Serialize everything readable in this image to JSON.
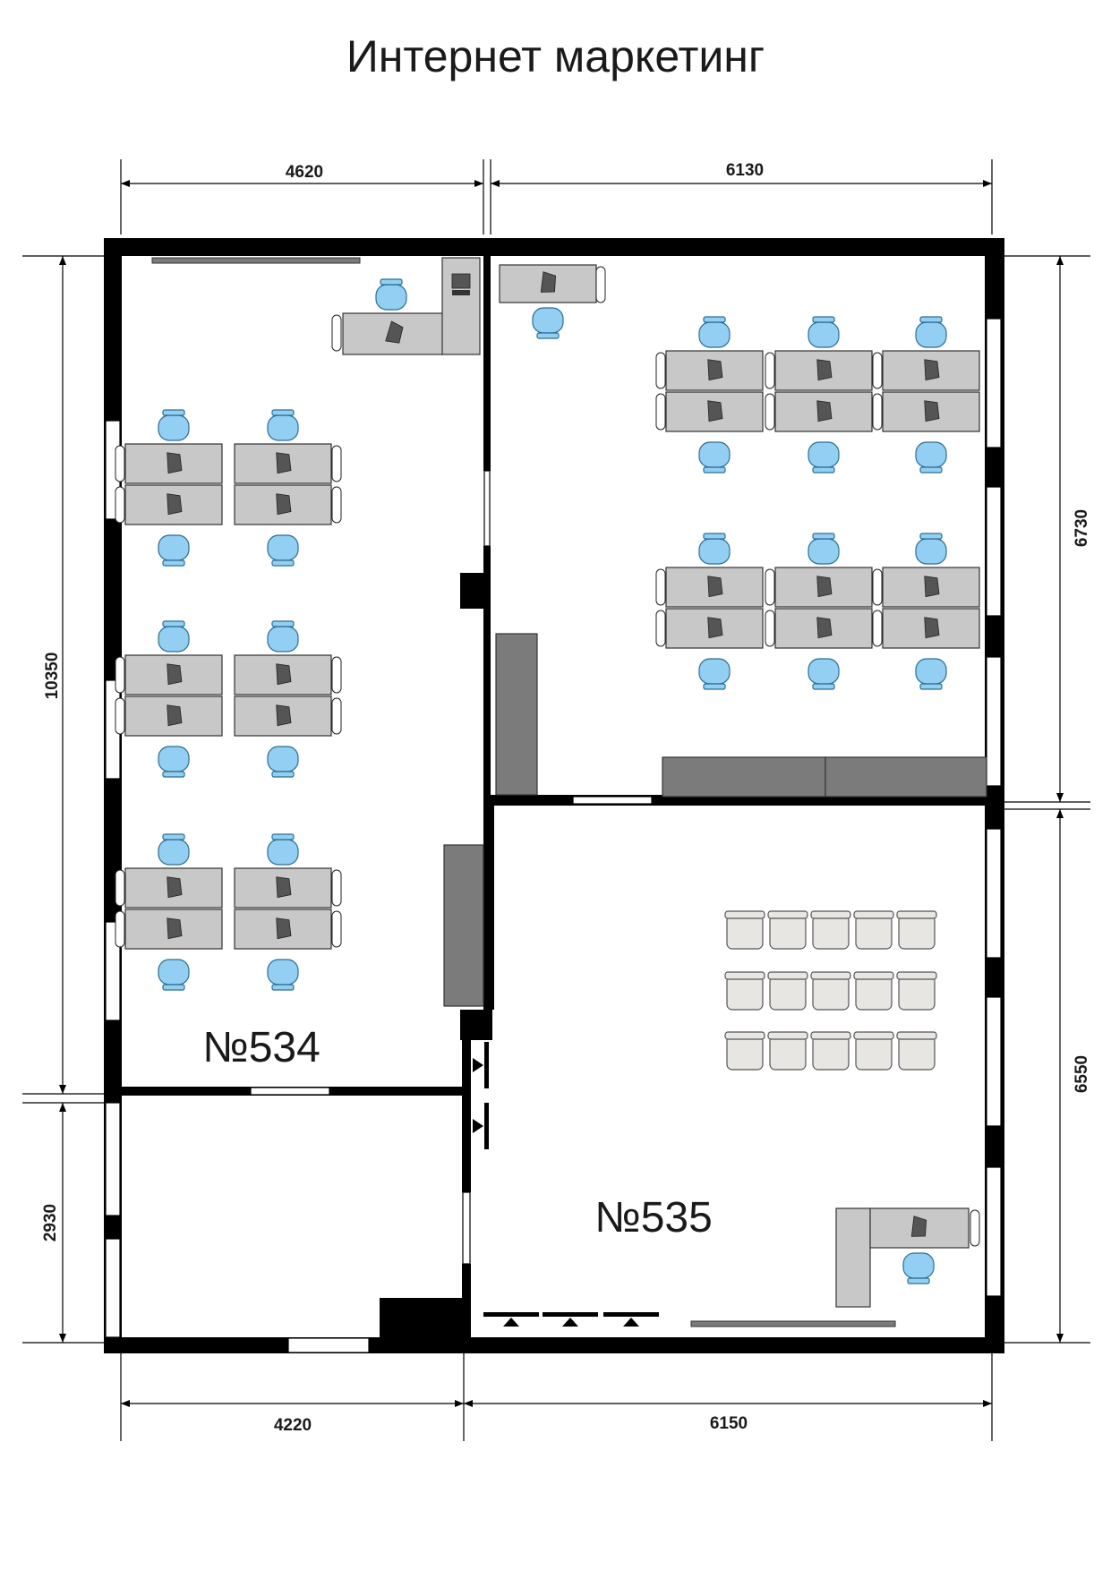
{
  "title": "Интернет маркетинг",
  "dimensions": {
    "top_left": "4620",
    "top_right": "6130",
    "left_upper": "10350",
    "left_lower": "2930",
    "right_upper": "6730",
    "right_lower": "6550",
    "bottom_left": "4220",
    "bottom_right": "6150"
  },
  "rooms": {
    "room_534": "№534",
    "room_535": "№535"
  },
  "colors": {
    "wall": "#000000",
    "desk": "#c8c8c8",
    "chair": "#93cff2",
    "cabinet": "#7b7b7b",
    "seat": "#e8e6e2"
  }
}
